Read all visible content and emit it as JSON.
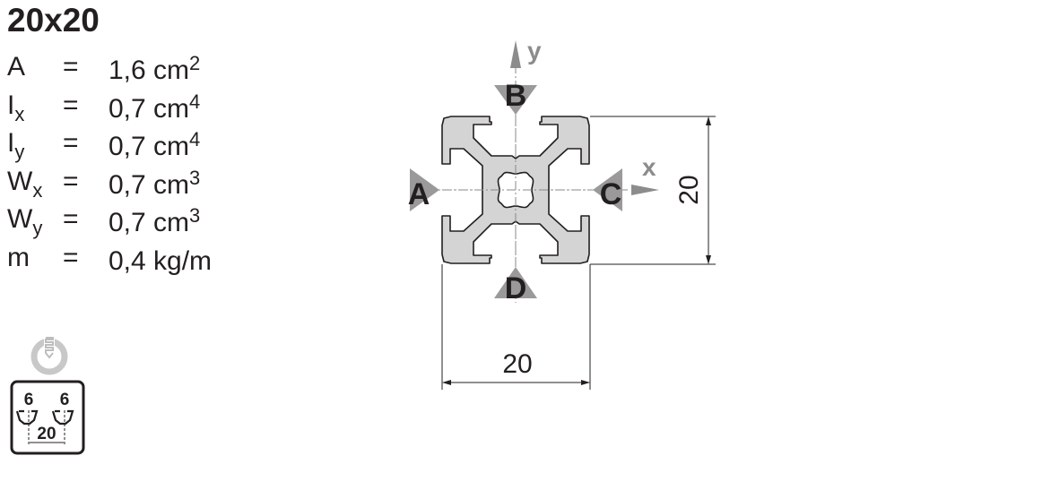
{
  "title": "20x20",
  "properties": [
    {
      "symbol": "A",
      "sub": "",
      "value": "1,6 cm",
      "exp": "2"
    },
    {
      "symbol": "I",
      "sub": "x",
      "value": "0,7 cm",
      "exp": "4"
    },
    {
      "symbol": "I",
      "sub": "y",
      "value": "0,7 cm",
      "exp": "4"
    },
    {
      "symbol": "W",
      "sub": "x",
      "value": "0,7 cm",
      "exp": "3"
    },
    {
      "symbol": "W",
      "sub": "y",
      "value": "0,7 cm",
      "exp": "3"
    },
    {
      "symbol": "m",
      "sub": "",
      "value": "0,4 kg/m",
      "exp": ""
    }
  ],
  "equals": "=",
  "drawing": {
    "axis_x": "x",
    "axis_y": "y",
    "sides": {
      "a": "A",
      "b": "B",
      "c": "C",
      "d": "D"
    },
    "dim_width": "20",
    "dim_height": "20"
  },
  "slot_icon": {
    "slot_left": "6",
    "slot_right": "6",
    "pitch": "20"
  },
  "colors": {
    "profile_fill": "#d4d4d4",
    "axis_gray": "#8c8c8c",
    "text": "#231f20"
  }
}
